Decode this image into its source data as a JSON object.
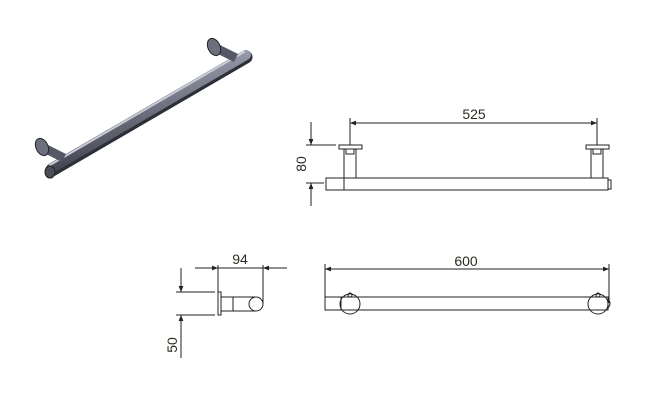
{
  "dimensions": {
    "front_width": "525",
    "front_height": "80",
    "side_depth": "94",
    "side_height": "50",
    "top_length": "600"
  }
}
